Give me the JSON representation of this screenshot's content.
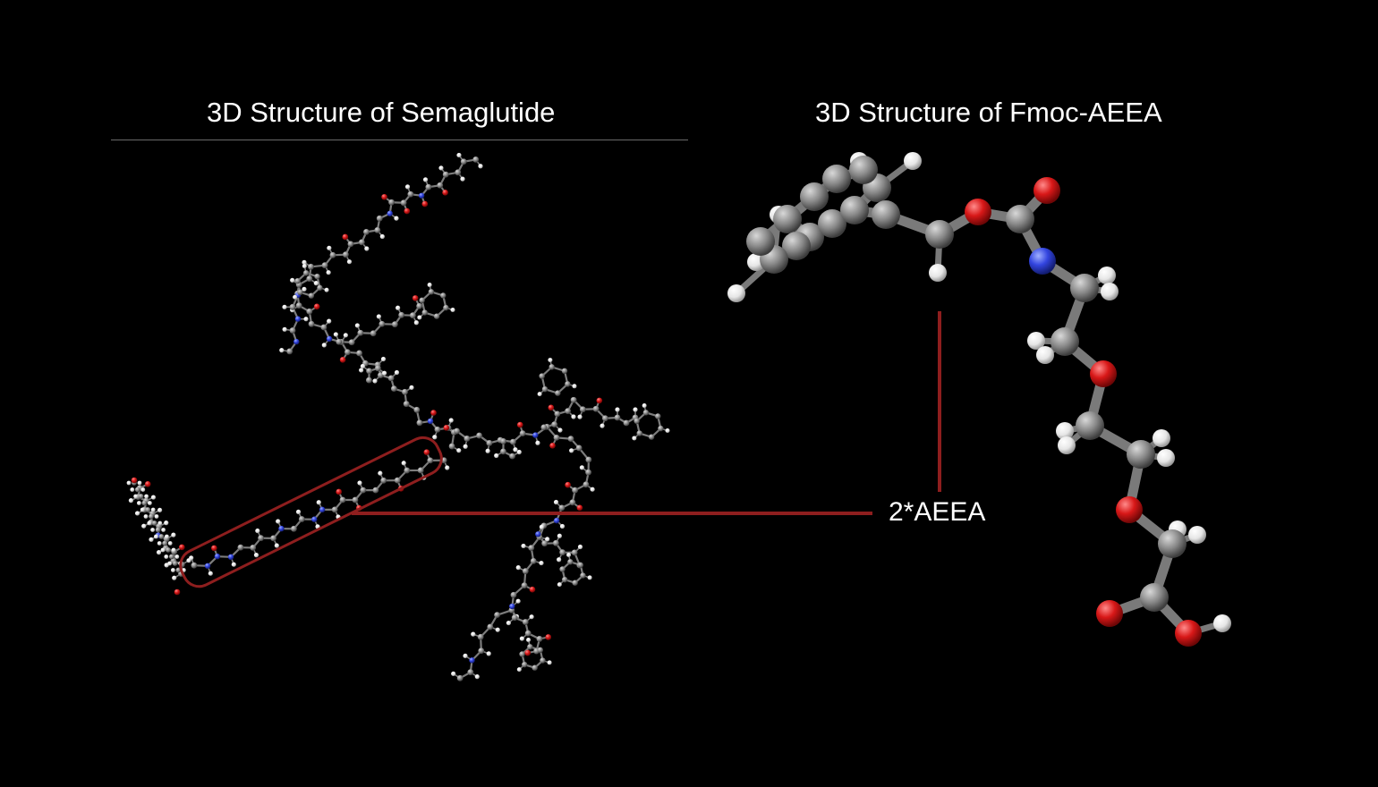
{
  "titles": {
    "left": "3D Structure of Semaglutide",
    "right": "3D Structure of Fmoc-AEEA"
  },
  "callout": {
    "label": "2*AEEA"
  },
  "colors": {
    "background": "#000000",
    "carbon": "#8a8a8a",
    "hydrogen": "#f2f2f2",
    "oxygen": "#d42020",
    "nitrogen": "#3a4de0",
    "highlight": "#8e1e1e"
  }
}
